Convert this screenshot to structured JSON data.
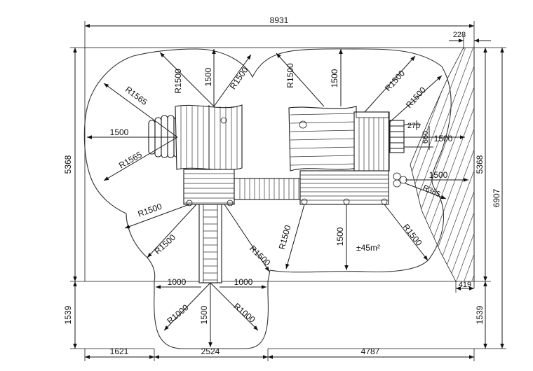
{
  "dimensions": {
    "overall_width": "8931",
    "hatch_offset": "228",
    "bottom_right_offset": "419",
    "left_upper_height": "5368",
    "right_upper_height": "5368",
    "right_total_height": "6907",
    "left_lower_height": "1539",
    "right_lower_height": "1539",
    "bottom_left": "1621",
    "bottom_mid": "2524",
    "bottom_right": "4787"
  },
  "safety_zone": {
    "radii": {
      "r1565_top": "R1565",
      "r1565_bottom": "R1565",
      "r1500_a": "R1500",
      "r1500_b": "R1500",
      "r1500_c": "R1500",
      "r1500_d": "R1500",
      "r1500_e": "R1500",
      "r1500_f": "R1500",
      "r1500_g": "R1500",
      "r1500_h": "R1500",
      "r1500_i": "R1500",
      "r1500_j": "R1500",
      "r1000_a": "R1000",
      "r1000_b": "R1000",
      "r365": "R365"
    },
    "distances": {
      "d1500_left": "1500",
      "d1500_top_left": "1500",
      "d1500_top_right": "1500",
      "d1500_center": "1500",
      "d1500_right_a": "1500",
      "d1500_right_b": "1500",
      "d1500_bottom": "1500",
      "d1000_left": "1000",
      "d1000_right": "1000"
    },
    "ladder_dims": {
      "d270": "270",
      "d660": "660"
    },
    "area_label": "±45m²"
  }
}
